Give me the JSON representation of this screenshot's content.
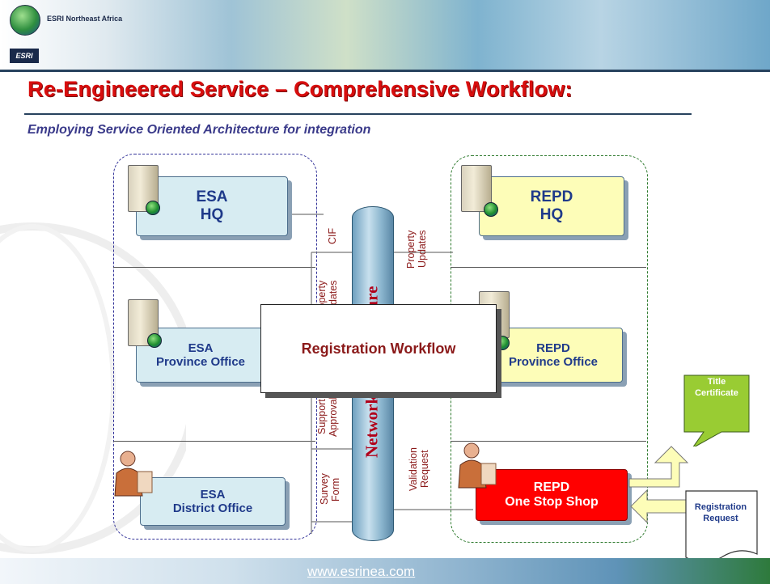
{
  "header": {
    "company": "ESRI Northeast Africa",
    "logo_text": "ESRI"
  },
  "slide": {
    "title": "Re-Engineered Service – Comprehensive Workflow:",
    "subtitle": "Employing Service Oriented Architecture for integration"
  },
  "esa": {
    "hq": [
      "ESA",
      "HQ"
    ],
    "province": [
      "ESA",
      "Province Office"
    ],
    "district": [
      "ESA",
      "District Office"
    ]
  },
  "repd": {
    "hq": [
      "REPD",
      "HQ"
    ],
    "province": [
      "REPD",
      "Province Office"
    ],
    "oss": [
      "REPD",
      "One Stop Shop"
    ]
  },
  "network": {
    "label": "Network Infrastructure"
  },
  "flows_left": {
    "cif": "CIF",
    "property_updates": [
      "Property",
      "Updates"
    ],
    "support_approval": [
      "Support",
      "Approval"
    ],
    "survey_form": [
      "Survey",
      "Form"
    ]
  },
  "flows_right": {
    "property_updates": [
      "Property",
      "Updates"
    ],
    "validation_request": [
      "Validation",
      "Request"
    ]
  },
  "overlay": {
    "label": "Registration Workflow"
  },
  "documents": {
    "title_certificate": [
      "Title",
      "Certificate"
    ],
    "registration_request": [
      "Registration",
      "Request"
    ]
  },
  "footer": {
    "url": "www.esrinea.com"
  },
  "colors": {
    "title": "#d80e0e",
    "esa_box": "#d7ecf2",
    "repd_box": "#fdfdb8",
    "oss_box": "#ff0000",
    "title_certificate": "#9acd32"
  }
}
